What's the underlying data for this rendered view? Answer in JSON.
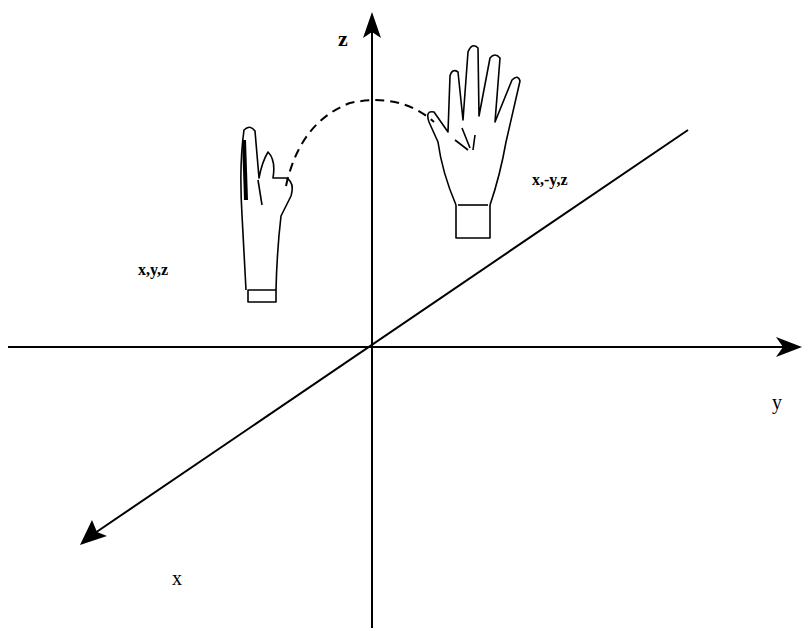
{
  "diagram": {
    "labels": [
      "z",
      "y",
      "x",
      "x,y,z",
      "x,-y,z"
    ]
  }
}
